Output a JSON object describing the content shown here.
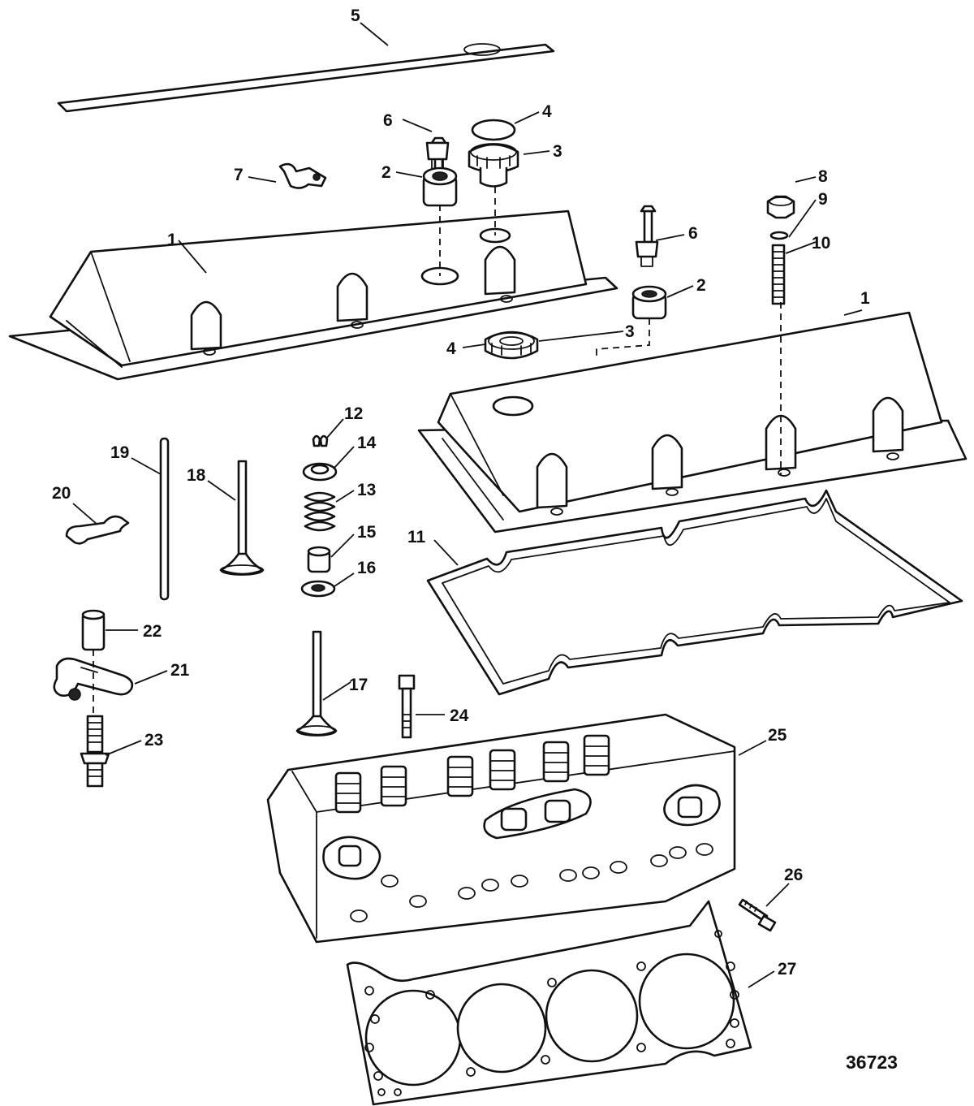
{
  "figure_number": "36723",
  "callouts": [
    {
      "id": "c1a",
      "label": "1"
    },
    {
      "id": "c1b",
      "label": "1"
    },
    {
      "id": "c2a",
      "label": "2"
    },
    {
      "id": "c2b",
      "label": "2"
    },
    {
      "id": "c3a",
      "label": "3"
    },
    {
      "id": "c3b",
      "label": "3"
    },
    {
      "id": "c4a",
      "label": "4"
    },
    {
      "id": "c4b",
      "label": "4"
    },
    {
      "id": "c5",
      "label": "5"
    },
    {
      "id": "c6a",
      "label": "6"
    },
    {
      "id": "c6b",
      "label": "6"
    },
    {
      "id": "c7",
      "label": "7"
    },
    {
      "id": "c8",
      "label": "8"
    },
    {
      "id": "c9",
      "label": "9"
    },
    {
      "id": "c10",
      "label": "10"
    },
    {
      "id": "c11",
      "label": "11"
    },
    {
      "id": "c12",
      "label": "12"
    },
    {
      "id": "c13",
      "label": "13"
    },
    {
      "id": "c14",
      "label": "14"
    },
    {
      "id": "c15",
      "label": "15"
    },
    {
      "id": "c16",
      "label": "16"
    },
    {
      "id": "c17",
      "label": "17"
    },
    {
      "id": "c18",
      "label": "18"
    },
    {
      "id": "c19",
      "label": "19"
    },
    {
      "id": "c20",
      "label": "20"
    },
    {
      "id": "c21",
      "label": "21"
    },
    {
      "id": "c22",
      "label": "22"
    },
    {
      "id": "c23",
      "label": "23"
    },
    {
      "id": "c24",
      "label": "24"
    },
    {
      "id": "c25",
      "label": "25"
    },
    {
      "id": "c26",
      "label": "26"
    },
    {
      "id": "c27",
      "label": "27"
    }
  ]
}
